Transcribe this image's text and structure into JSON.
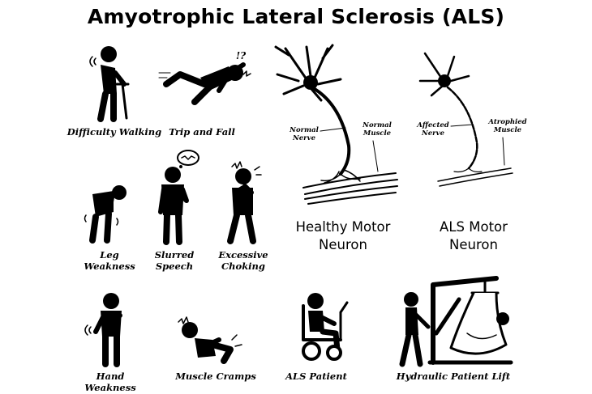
{
  "title": "Amyotrophic Lateral Sclerosis (ALS)",
  "symptoms": {
    "difficulty_walking": "Difficulty Walking",
    "trip_and_fall": "Trip and Fall",
    "trip_exclaim": "!?",
    "leg_weakness_1": "Leg",
    "leg_weakness_2": "Weakness",
    "slurred_speech_1": "Slurred",
    "slurred_speech_2": "Speech",
    "excessive_choking_1": "Excessive",
    "excessive_choking_2": "Choking",
    "hand_weakness": "Hand Weakness",
    "muscle_cramps": "Muscle Cramps",
    "als_patient": "ALS Patient",
    "hydraulic_lift": "Hydraulic Patient Lift"
  },
  "healthy_neuron": {
    "heading_1": "Healthy Motor",
    "heading_2": "Neuron",
    "nerve_1": "Normal",
    "nerve_2": "Nerve",
    "muscle_1": "Normal",
    "muscle_2": "Muscle"
  },
  "als_neuron": {
    "heading_1": "ALS Motor",
    "heading_2": "Neuron",
    "nerve_1": "Affected",
    "nerve_2": "Nerve",
    "muscle_1": "Atrophied",
    "muscle_2": "Muscle"
  }
}
